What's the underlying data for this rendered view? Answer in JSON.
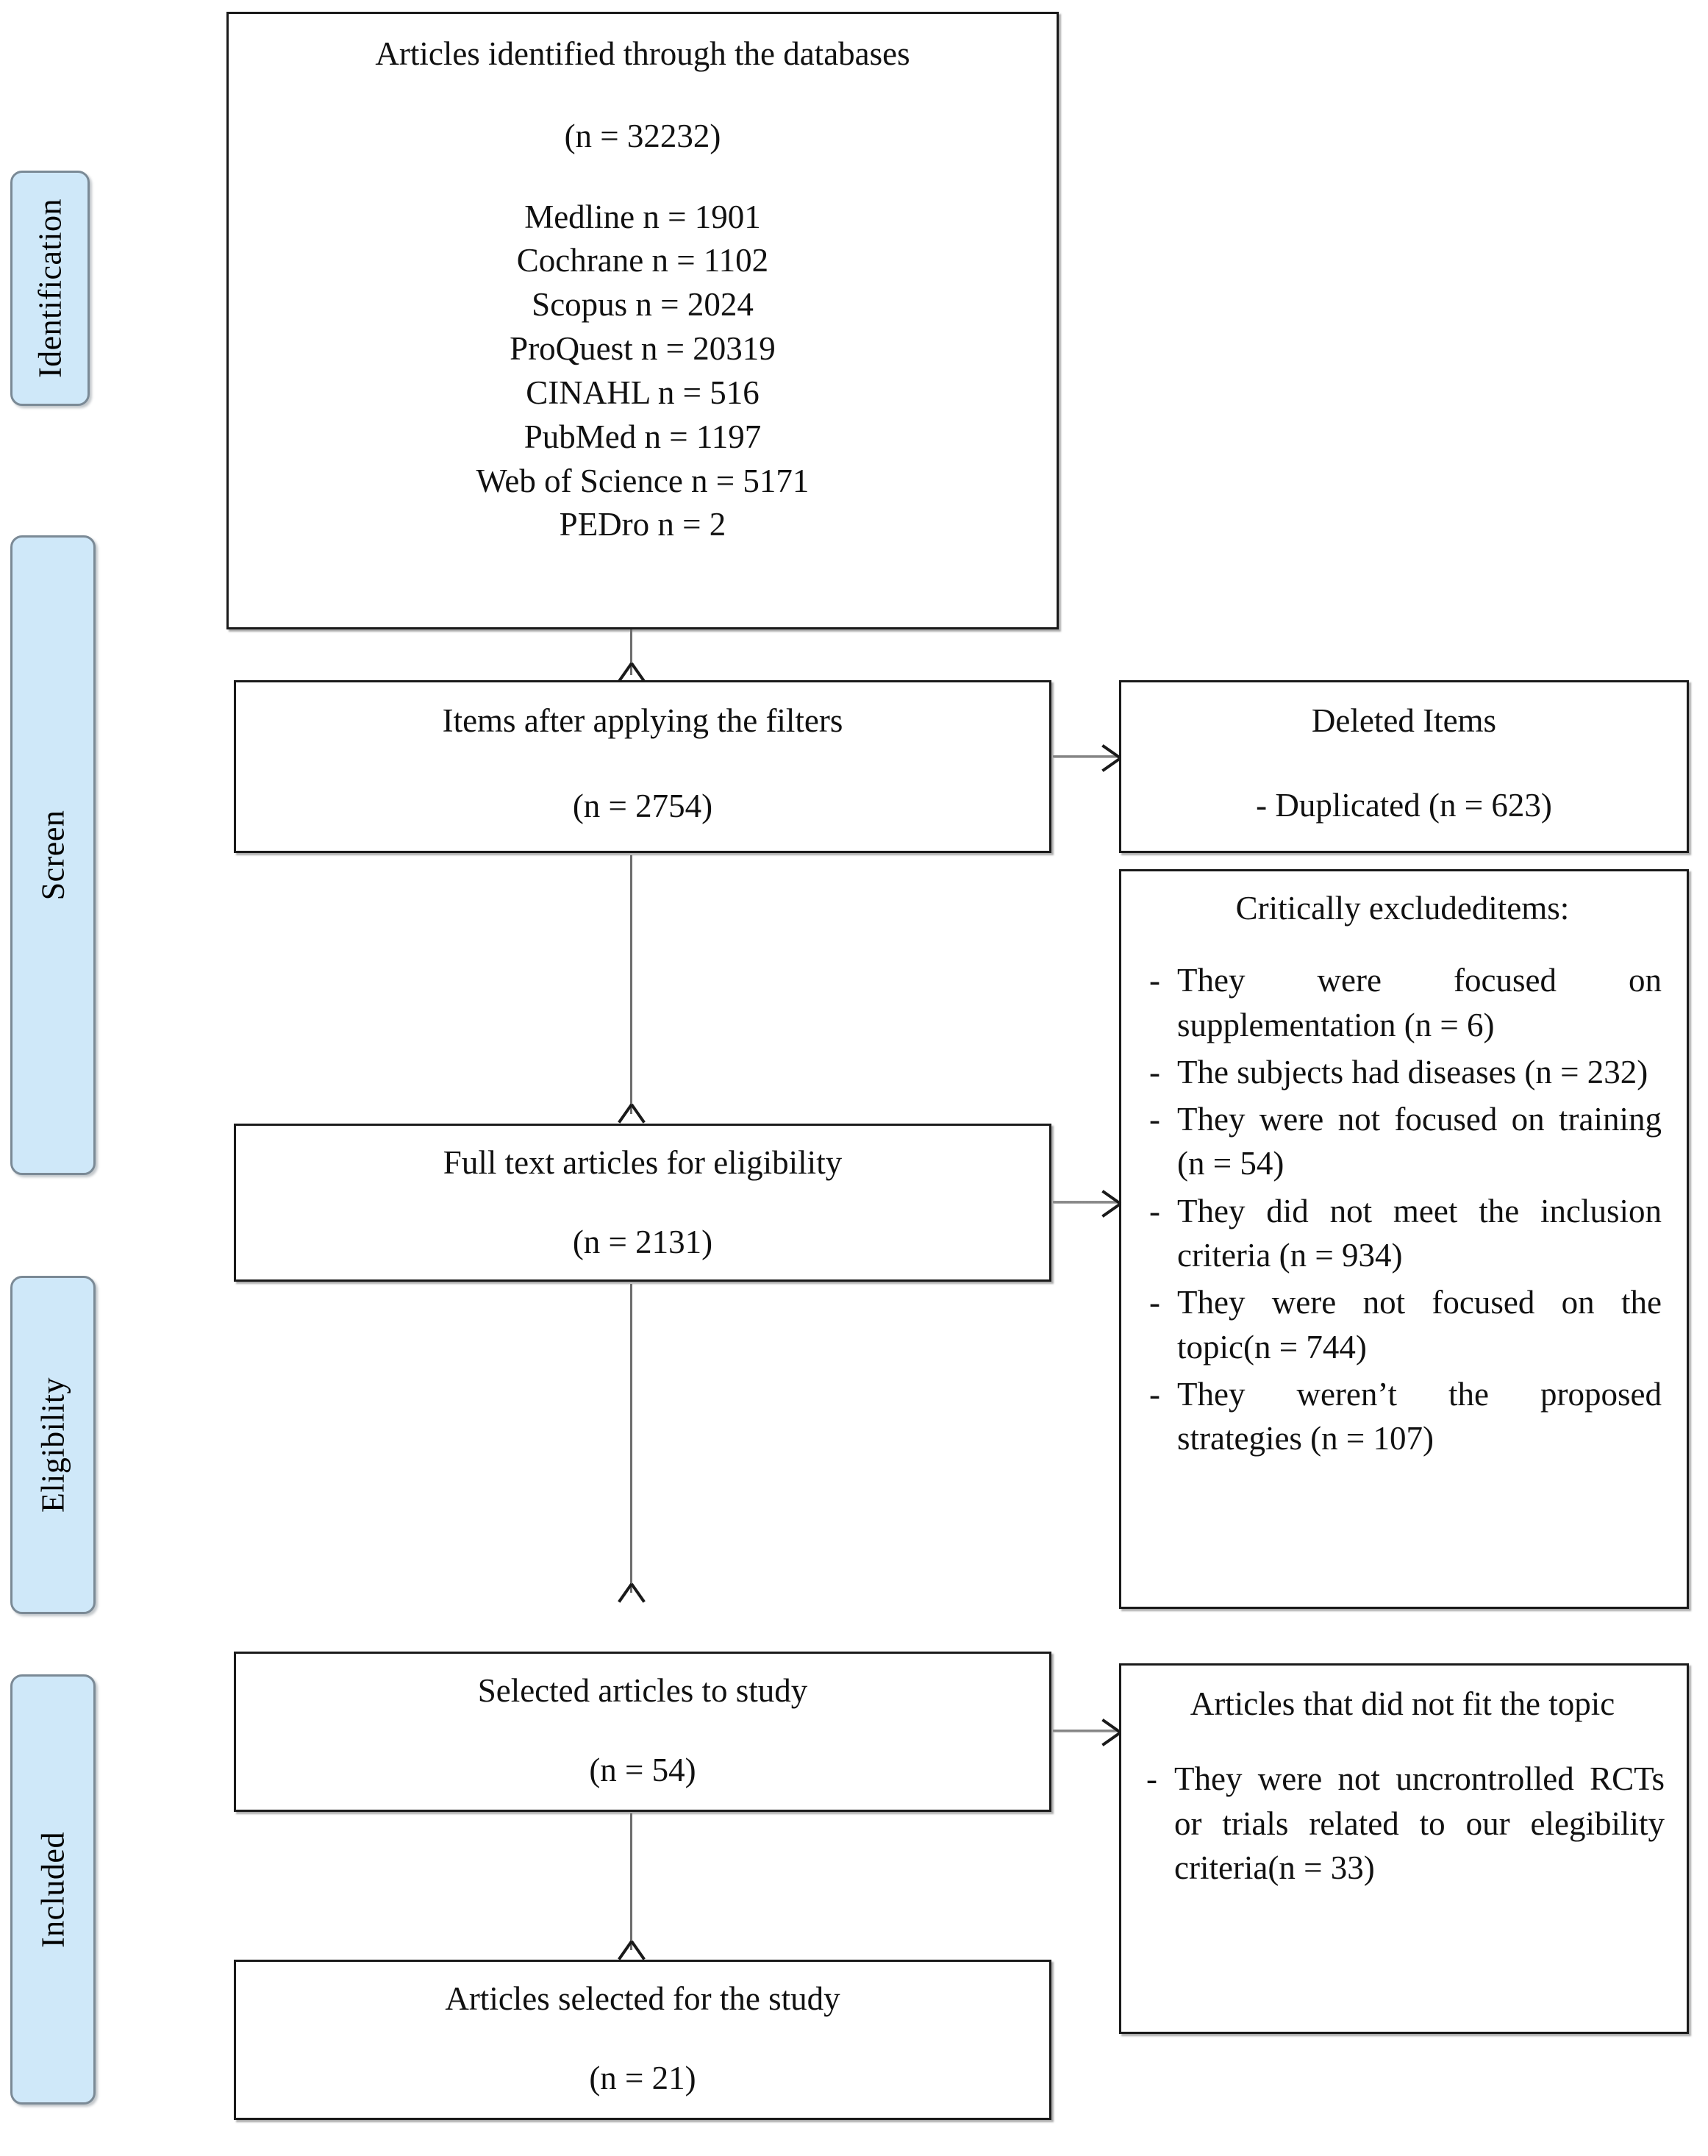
{
  "diagram": {
    "type": "prisma-flow-diagram",
    "stages": [
      {
        "id": "identification",
        "label": "Identification"
      },
      {
        "id": "screen",
        "label": "Screen"
      },
      {
        "id": "eligibility",
        "label": "Eligibility"
      },
      {
        "id": "included",
        "label": "Included"
      }
    ],
    "identified": {
      "title": "Articles identified through the databases",
      "count": "(n = 32232)",
      "sources": [
        "Medline n = 1901",
        "Cochrane n = 1102",
        "Scopus n = 2024",
        "ProQuest n = 20319",
        "CINAHL n = 516",
        "PubMed n = 1197",
        "Web of Science n = 5171",
        "PEDro n = 2"
      ]
    },
    "filtered": {
      "title": "Items after applying the filters",
      "count": "(n = 2754)"
    },
    "deleted": {
      "title": "Deleted Items",
      "items": [
        "- Duplicated (n = 623)"
      ]
    },
    "full_text": {
      "title": "Full text articles for eligibility",
      "count": "(n = 2131)"
    },
    "critically_excluded": {
      "title": "Critically excludeditems:",
      "items": [
        "They were focused on supplementation (n = 6)",
        "The subjects had diseases (n = 232)",
        "They were not focused on training (n = 54)",
        "They did not meet the inclusion criteria (n = 934)",
        "They were not focused on the topic(n = 744)",
        "They weren’t the proposed strategies (n = 107)"
      ]
    },
    "selected": {
      "title": "Selected articles to study",
      "count": "(n = 54)"
    },
    "not_fit": {
      "title": "Articles that did not fit the topic",
      "items": [
        "They were not uncrontrolled RCTs or trials related to our elegibility criteria(n = 33)"
      ]
    },
    "final": {
      "title": "Articles selected for the study",
      "count": "(n = 21)"
    }
  },
  "colors": {
    "stage_fill": "#cfe8f9",
    "stage_border": "#7b8a96",
    "box_border": "#1a1a1a",
    "connector": "#6e6e6e",
    "text": "#111111"
  }
}
